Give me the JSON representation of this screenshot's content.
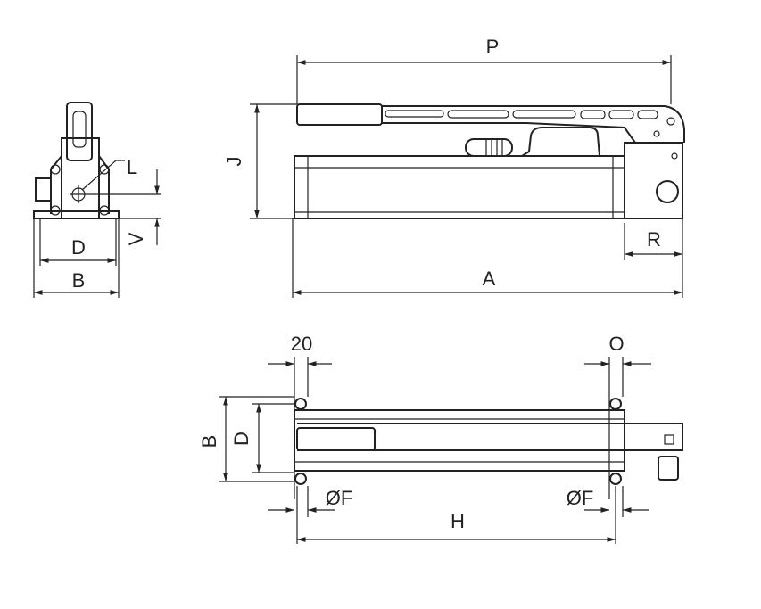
{
  "drawing": {
    "side_view": {
      "labels": {
        "L": "L",
        "V": "V",
        "D": "D",
        "B": "B"
      }
    },
    "front_view": {
      "labels": {
        "P": "P",
        "J": "J",
        "R": "R",
        "A": "A"
      }
    },
    "top_view": {
      "labels": {
        "spacing": "20",
        "O": "O",
        "B": "B",
        "D": "D",
        "F_left": "ØF",
        "F_right": "ØF",
        "H": "H"
      }
    }
  }
}
